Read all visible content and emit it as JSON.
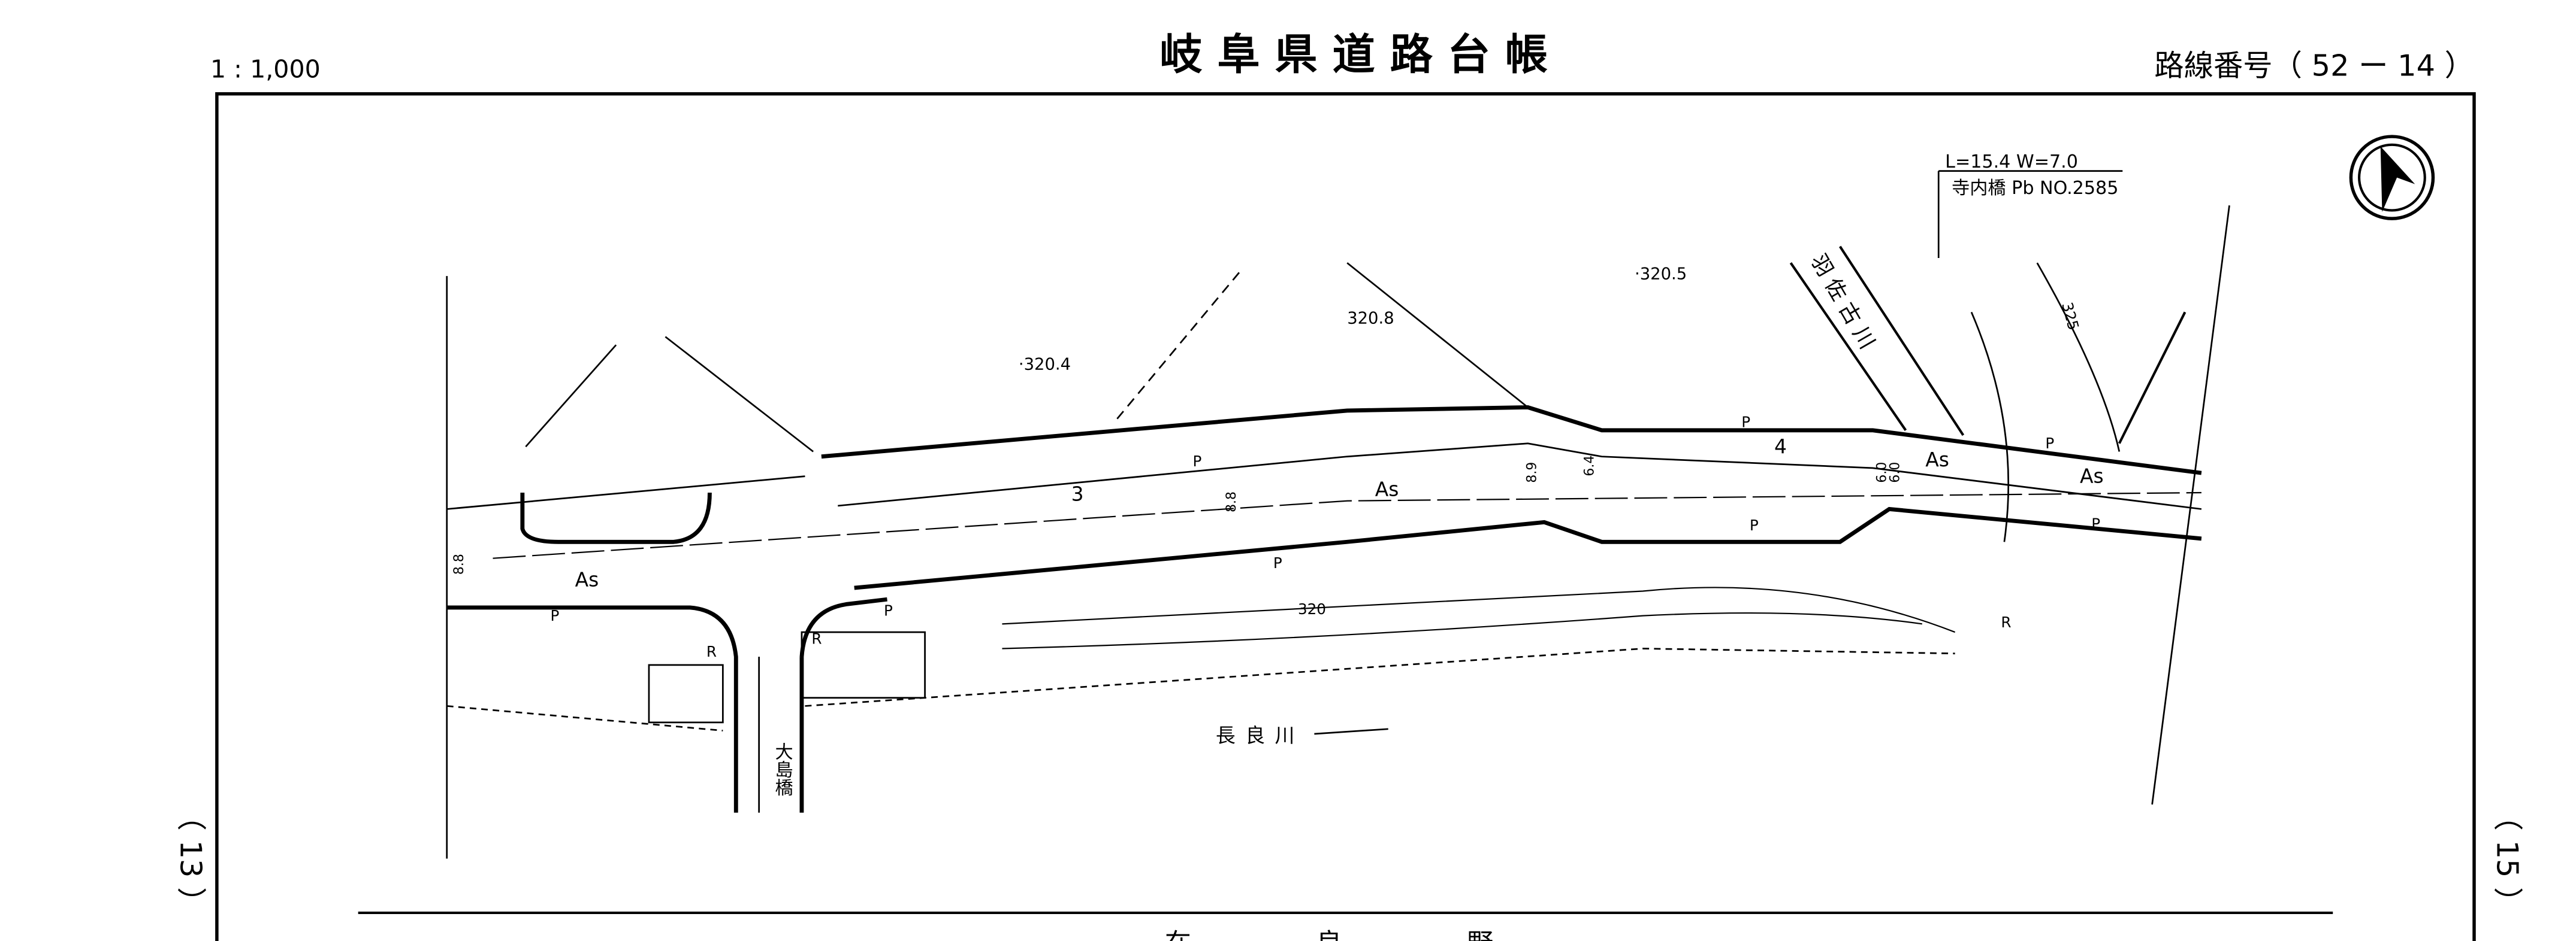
{
  "header": {
    "scale": "1 : 1,000",
    "title": "岐 阜 県 道 路 台 帳",
    "route_number": "路線番号（ 52 ー 14 ）"
  },
  "side_pages": {
    "left": "（ 13 ）",
    "right": "（ 15 ）"
  },
  "bridge_info": {
    "dimensions": "L=15.4   W=7.0",
    "name": "寺内橋  Pb  NO.2585"
  },
  "map_labels": {
    "elevations": [
      "·320.4",
      "320.8",
      "·320.5",
      "320",
      "325"
    ],
    "surface": [
      "As",
      "As",
      "As",
      "As"
    ],
    "sidewalk": [
      "P",
      "P",
      "P",
      "P",
      "P",
      "P",
      "P",
      "P"
    ],
    "stations": [
      "3",
      "4"
    ],
    "widths": [
      "8.8",
      "8.8",
      "8.9",
      "6.4",
      "6.0",
      "6.0"
    ],
    "corner": [
      "R",
      "R",
      "R"
    ],
    "bridge_oshima": "大島橋",
    "river_nagara": "長良川",
    "river_hasako": "羽佐古川"
  },
  "footer": {
    "partial_text": "在　良　野"
  },
  "colors": {
    "ink": "#000000",
    "paper": "#ffffff"
  }
}
